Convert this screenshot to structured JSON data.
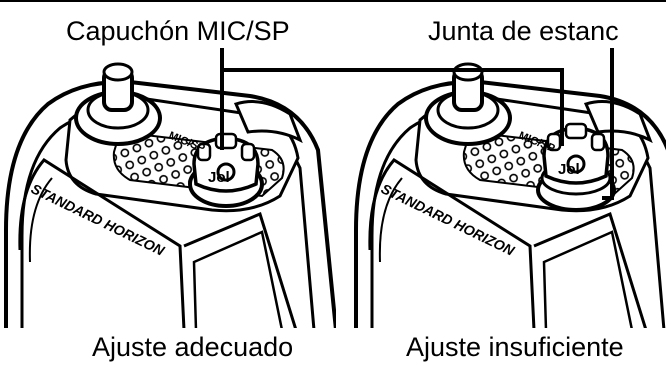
{
  "callouts": {
    "cap": "Capuchón MIC/SP",
    "gasket": "Junta de estanc"
  },
  "captions": {
    "left": "Ajuste adecuado",
    "right": "Ajuste insuficiente"
  },
  "device": {
    "brand": "STANDARD HORIZON",
    "jack_mark": "MIC/SP"
  },
  "colors": {
    "ink": "#000000",
    "paper": "#ffffff"
  }
}
